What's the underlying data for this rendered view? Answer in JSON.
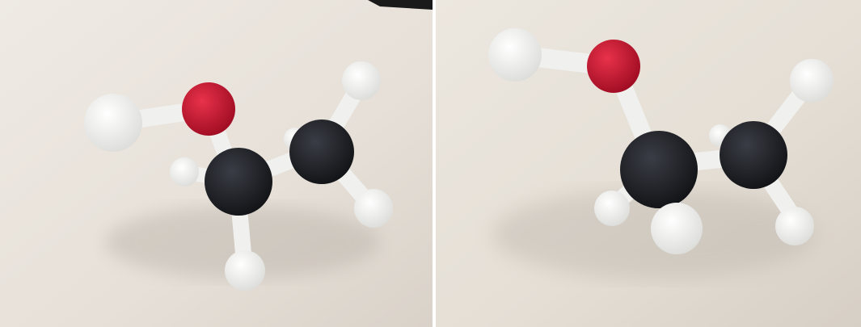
{
  "photos": [
    {
      "subject": "ethanol-ball-and-stick-model",
      "view": "left",
      "atoms": [
        "hydrogen",
        "oxygen",
        "carbon",
        "carbon",
        "hydrogen",
        "hydrogen",
        "hydrogen",
        "hydrogen",
        "hydrogen"
      ]
    },
    {
      "subject": "ethanol-ball-and-stick-model",
      "view": "right",
      "atoms": [
        "hydrogen",
        "oxygen",
        "carbon",
        "carbon",
        "hydrogen",
        "hydrogen",
        "hydrogen",
        "hydrogen",
        "hydrogen"
      ]
    }
  ],
  "colors": {
    "surface_light": "#ece7e0",
    "surface_dark": "#d6cfc6",
    "oxygen": "#c8102e",
    "carbon": "#1b1d22",
    "hydrogen": "#f4f4f2",
    "bond": "#eeeeec",
    "shadow": "#b8b1a8",
    "divider": "#ffffff"
  }
}
